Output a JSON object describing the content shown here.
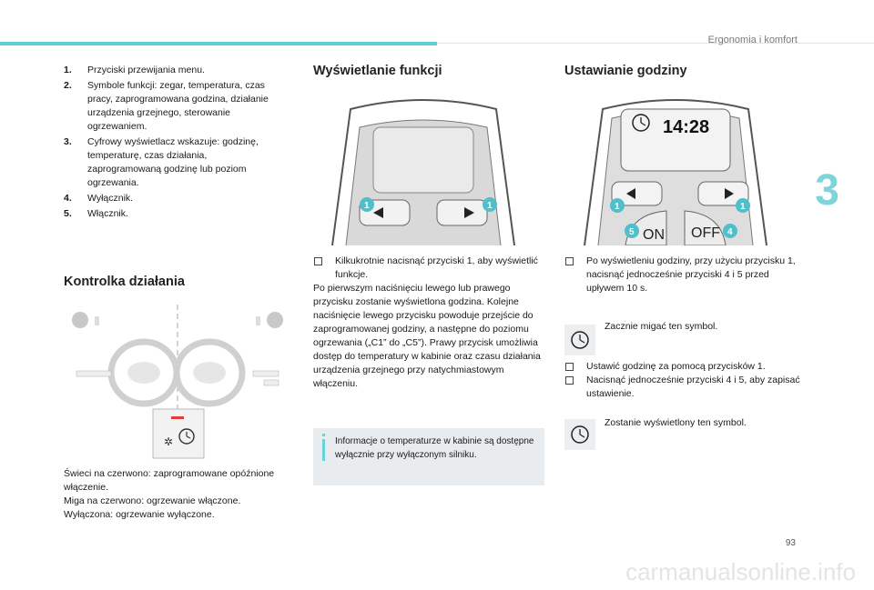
{
  "header": {
    "title": "Ergonomia i komfort",
    "chapter": "3",
    "page": "93"
  },
  "legend": [
    {
      "num": "1.",
      "text": "Przyciski przewijania menu."
    },
    {
      "num": "2.",
      "text": "Symbole funkcji: zegar, temperatura, czas pracy, zaprogramowana godzina, działanie urządzenia grzejnego, sterowanie ogrzewaniem."
    },
    {
      "num": "3.",
      "text": "Cyfrowy wyświetlacz wskazuje: godzinę, temperaturę, czas działania, zaprogramowaną godzinę lub poziom ogrzewania."
    },
    {
      "num": "4.",
      "text": "Wyłącznik."
    },
    {
      "num": "5.",
      "text": "Włącznik."
    }
  ],
  "kontrolka": {
    "title": "Kontrolka działania",
    "desc": [
      "Świeci na czerwono: zaprogramowane opóźnione włączenie.",
      "Miga na czerwono: ogrzewanie włączone.",
      "Wyłączona: ogrzewanie wyłączone."
    ]
  },
  "wyswietlanie": {
    "title": "Wyświetlanie funkcji",
    "figure_labels": {
      "btn_left": "1",
      "btn_right": "1"
    },
    "bullet": "Kilkukrotnie nacisnąć przyciski 1, aby wyświetlić funkcje.",
    "paragraph": "Po pierwszym naciśnięciu lewego lub prawego przycisku zostanie wyświetlona godzina. Kolejne naciśnięcie lewego przycisku powoduje przejście do zaprogramowanej godziny, a następne do poziomu ogrzewania („C1” do „C5”). Prawy przycisk umożliwia dostęp do temperatury w kabinie oraz czasu działania urządzenia grzejnego przy natychmiastowym włączeniu.",
    "info": "Informacje o temperaturze w kabinie są dostępne wyłącznie przy wyłączonym silniku."
  },
  "ustawianie": {
    "title": "Ustawianie godziny",
    "figure": {
      "time": "14:28",
      "on": "ON",
      "off": "OFF",
      "label1a": "1",
      "label1b": "1",
      "label5": "5",
      "label4": "4"
    },
    "bullet1": "Po wyświetleniu godziny, przy użyciu przycisku 1, nacisnąć jednocześnie przyciski 4 i 5 przed upływem 10 s.",
    "symbol1_text": "Zacznie migać ten symbol.",
    "bullet2": "Ustawić godzinę za pomocą przycisków 1.",
    "bullet3": "Nacisnąć jednocześnie przyciski 4 i 5, aby zapisać ustawienie.",
    "symbol2_text": "Zostanie wyświetlony ten symbol."
  },
  "watermark": "carmanualsonline.info",
  "colors": {
    "accent": "#63d0d8",
    "chapter": "#7fd4da",
    "warning_red": "#e23b3b"
  }
}
